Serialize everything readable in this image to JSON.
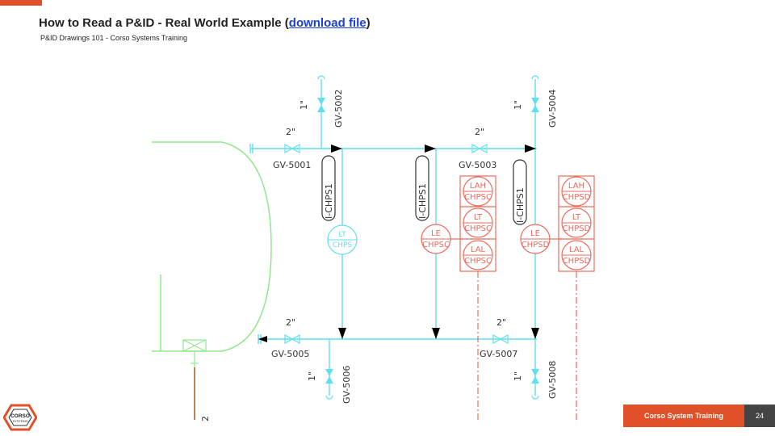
{
  "header": {
    "title_prefix": "How to Read a P&ID - Real World Example (",
    "link_text": "download file",
    "title_suffix": ")",
    "subtitle": "P&ID Drawings 101 - Corso Systems Training"
  },
  "diagram": {
    "colors": {
      "pipe": "#5fdfef",
      "vessel": "#8ee88a",
      "instrument": "#ee6a5c",
      "text": "#333333",
      "arrow": "#000000",
      "stem": "#c08050"
    },
    "valves": [
      {
        "tag": "GV-5001",
        "size": "2\""
      },
      {
        "tag": "GV-5002",
        "size": "1\""
      },
      {
        "tag": "GV-5003",
        "size": "2\""
      },
      {
        "tag": "GV-5004",
        "size": "1\""
      },
      {
        "tag": "GV-5005",
        "size": "2\""
      },
      {
        "tag": "GV-5006",
        "size": "1\""
      },
      {
        "tag": "GV-5007",
        "size": "2\""
      },
      {
        "tag": "GV-5008",
        "size": "1\""
      }
    ],
    "lines": [
      "I-CHPS1",
      "I-CHPS1",
      "I-CHPS1"
    ],
    "instruments": {
      "lt_chps": [
        "LT",
        "CHPS"
      ],
      "le_chpsc": [
        "LE",
        "CHPSC"
      ],
      "lah_chpsc": [
        "LAH",
        "CHPSC"
      ],
      "lt_chpsc": [
        "LT",
        "CHPSC"
      ],
      "lal_chpsc": [
        "LAL",
        "CHPSC"
      ],
      "le_chpsd": [
        "LE",
        "CHPSD"
      ],
      "lah_chpsd": [
        "LAH",
        "CHPSD"
      ],
      "lt_chpsd": [
        "LT",
        "CHPSD"
      ],
      "lal_chpsd": [
        "LAL",
        "CHPSD"
      ]
    },
    "drain_size": "2"
  },
  "footer": {
    "logo_text": [
      "CORSO",
      "SYSTEMS"
    ],
    "brand": "Corso System Training",
    "page_number": "24"
  }
}
